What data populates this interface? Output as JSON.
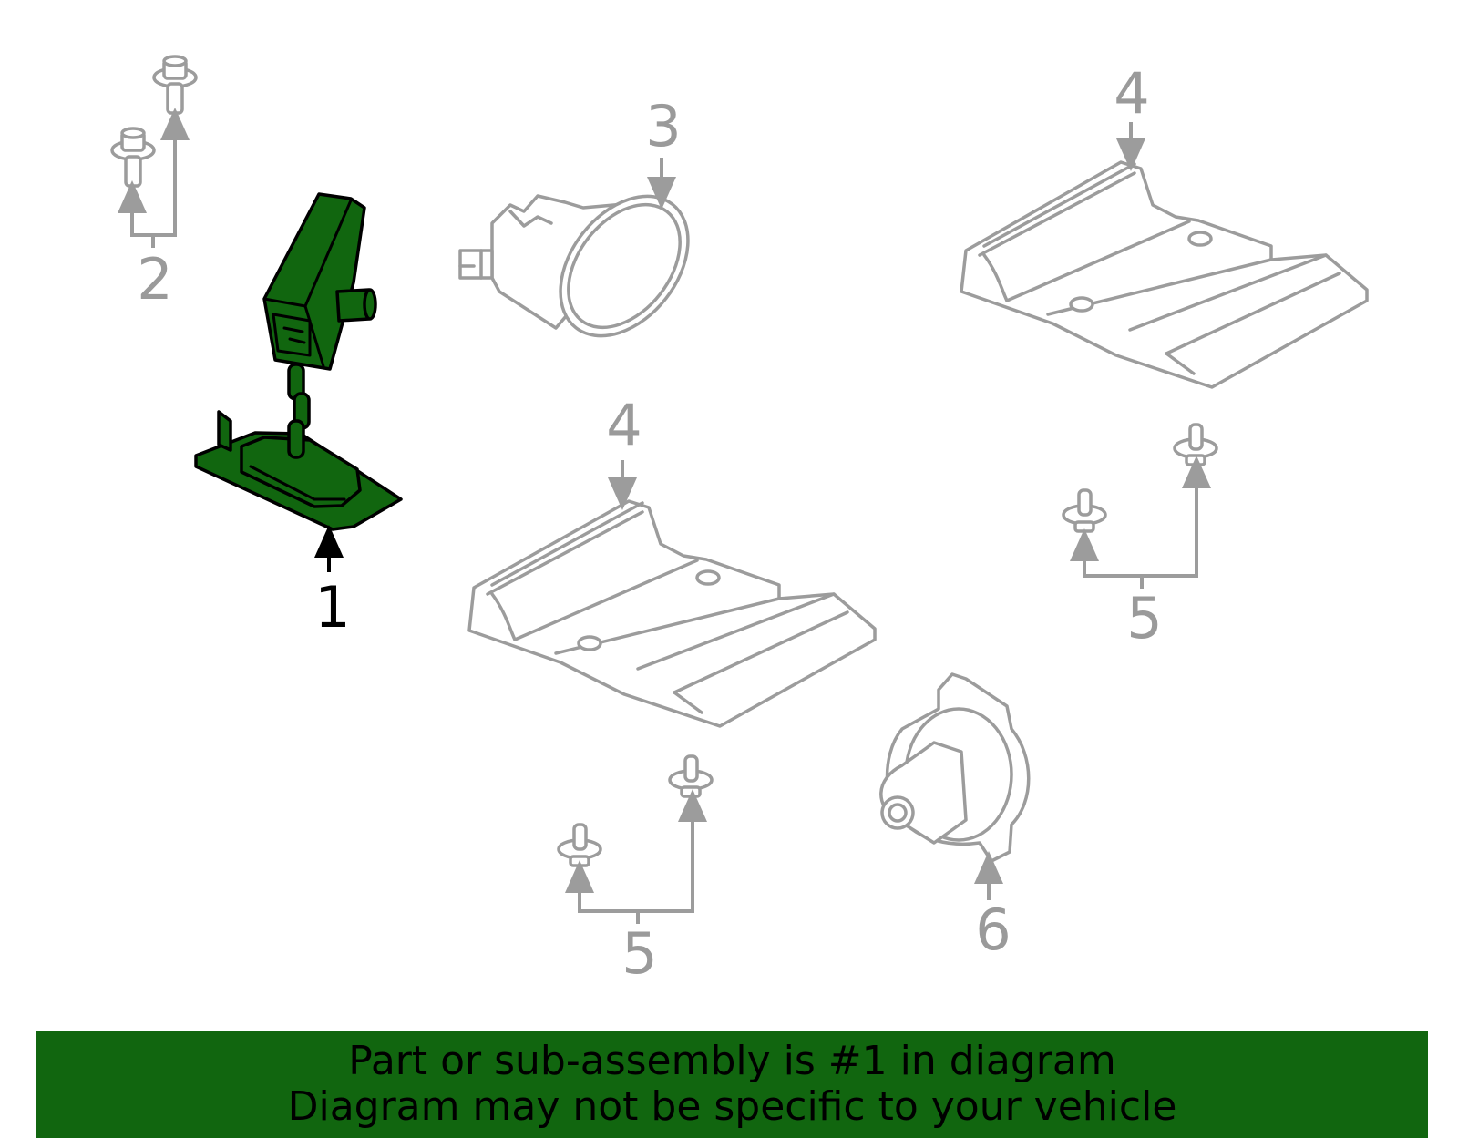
{
  "colors": {
    "highlight": "#11660f",
    "part_outline": "#9c9c9c",
    "callout_text": "#9a9a9a",
    "banner_background": "#11660f"
  },
  "callouts": {
    "c1": "1",
    "c2": "2",
    "c3": "3",
    "c4a": "4",
    "c4b": "4",
    "c5a": "5",
    "c5b": "5",
    "c6": "6"
  },
  "highlighted_part": "1",
  "banner": {
    "line1": "Part or sub-assembly is #1 in diagram",
    "line2": "Diagram may not be specific to your vehicle"
  }
}
